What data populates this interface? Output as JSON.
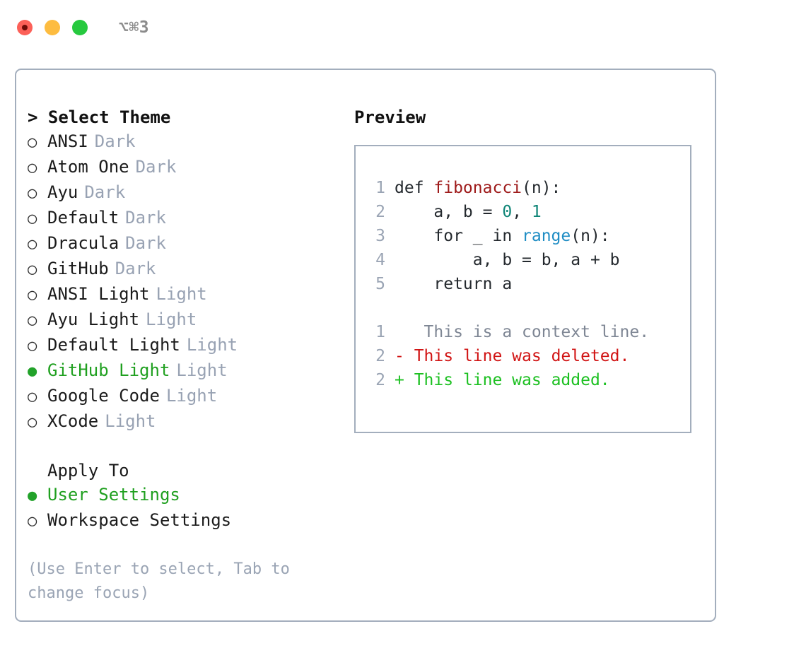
{
  "titlebar": {
    "shortcut": "⌥⌘3",
    "lights": [
      "close-red",
      "minimize-yellow",
      "zoom-green"
    ]
  },
  "theme_section": {
    "heading": "> Select Theme",
    "items": [
      {
        "bullet": "○",
        "label": "ANSI",
        "kind": "Dark",
        "selected": false
      },
      {
        "bullet": "○",
        "label": "Atom One",
        "kind": "Dark",
        "selected": false
      },
      {
        "bullet": "○",
        "label": "Ayu",
        "kind": "Dark",
        "selected": false
      },
      {
        "bullet": "○",
        "label": "Default",
        "kind": "Dark",
        "selected": false
      },
      {
        "bullet": "○",
        "label": "Dracula",
        "kind": "Dark",
        "selected": false
      },
      {
        "bullet": "○",
        "label": "GitHub",
        "kind": "Dark",
        "selected": false
      },
      {
        "bullet": "○",
        "label": "ANSI Light",
        "kind": "Light",
        "selected": false
      },
      {
        "bullet": "○",
        "label": "Ayu Light",
        "kind": "Light",
        "selected": false
      },
      {
        "bullet": "○",
        "label": "Default Light",
        "kind": "Light",
        "selected": false
      },
      {
        "bullet": "●",
        "label": "GitHub Light",
        "kind": "Light",
        "selected": true
      },
      {
        "bullet": "○",
        "label": "Google Code",
        "kind": "Light",
        "selected": false
      },
      {
        "bullet": "○",
        "label": "XCode",
        "kind": "Light",
        "selected": false
      }
    ]
  },
  "apply_section": {
    "heading": "Apply To",
    "items": [
      {
        "bullet": "●",
        "label": "User Settings",
        "selected": true
      },
      {
        "bullet": "○",
        "label": "Workspace Settings",
        "selected": false
      }
    ]
  },
  "hint": "(Use Enter to select, Tab to change focus)",
  "preview": {
    "title": "Preview",
    "code_lines": [
      {
        "no": "1",
        "parts": [
          {
            "t": "def ",
            "c": "plain"
          },
          {
            "t": "fibonacci",
            "c": "fn"
          },
          {
            "t": "(n):",
            "c": "plain"
          }
        ]
      },
      {
        "no": "2",
        "parts": [
          {
            "t": "    a, b = ",
            "c": "plain"
          },
          {
            "t": "0",
            "c": "num"
          },
          {
            "t": ", ",
            "c": "plain"
          },
          {
            "t": "1",
            "c": "num"
          }
        ]
      },
      {
        "no": "3",
        "parts": [
          {
            "t": "    for _ in ",
            "c": "plain"
          },
          {
            "t": "range",
            "c": "call"
          },
          {
            "t": "(n):",
            "c": "plain"
          }
        ]
      },
      {
        "no": "4",
        "parts": [
          {
            "t": "        a, b = b, a + b",
            "c": "plain"
          }
        ]
      },
      {
        "no": "5",
        "parts": [
          {
            "t": "    return a",
            "c": "plain"
          }
        ]
      }
    ],
    "diff_lines": [
      {
        "no": "1",
        "marker": " ",
        "text": "  This is a context line.",
        "kind": "ctx"
      },
      {
        "no": "2",
        "marker": "-",
        "text": " This line was deleted.",
        "kind": "del"
      },
      {
        "no": "2",
        "marker": "+",
        "text": " This line was added.",
        "kind": "add"
      }
    ]
  },
  "colors": {
    "accent_green": "#22a22a",
    "muted": "#98a2b3",
    "border": "#a3aebd",
    "code_fn": "#9e1a1a",
    "code_num": "#0f8577",
    "code_call": "#1f8dc4",
    "diff_del": "#d11414",
    "diff_add": "#1cc021"
  }
}
